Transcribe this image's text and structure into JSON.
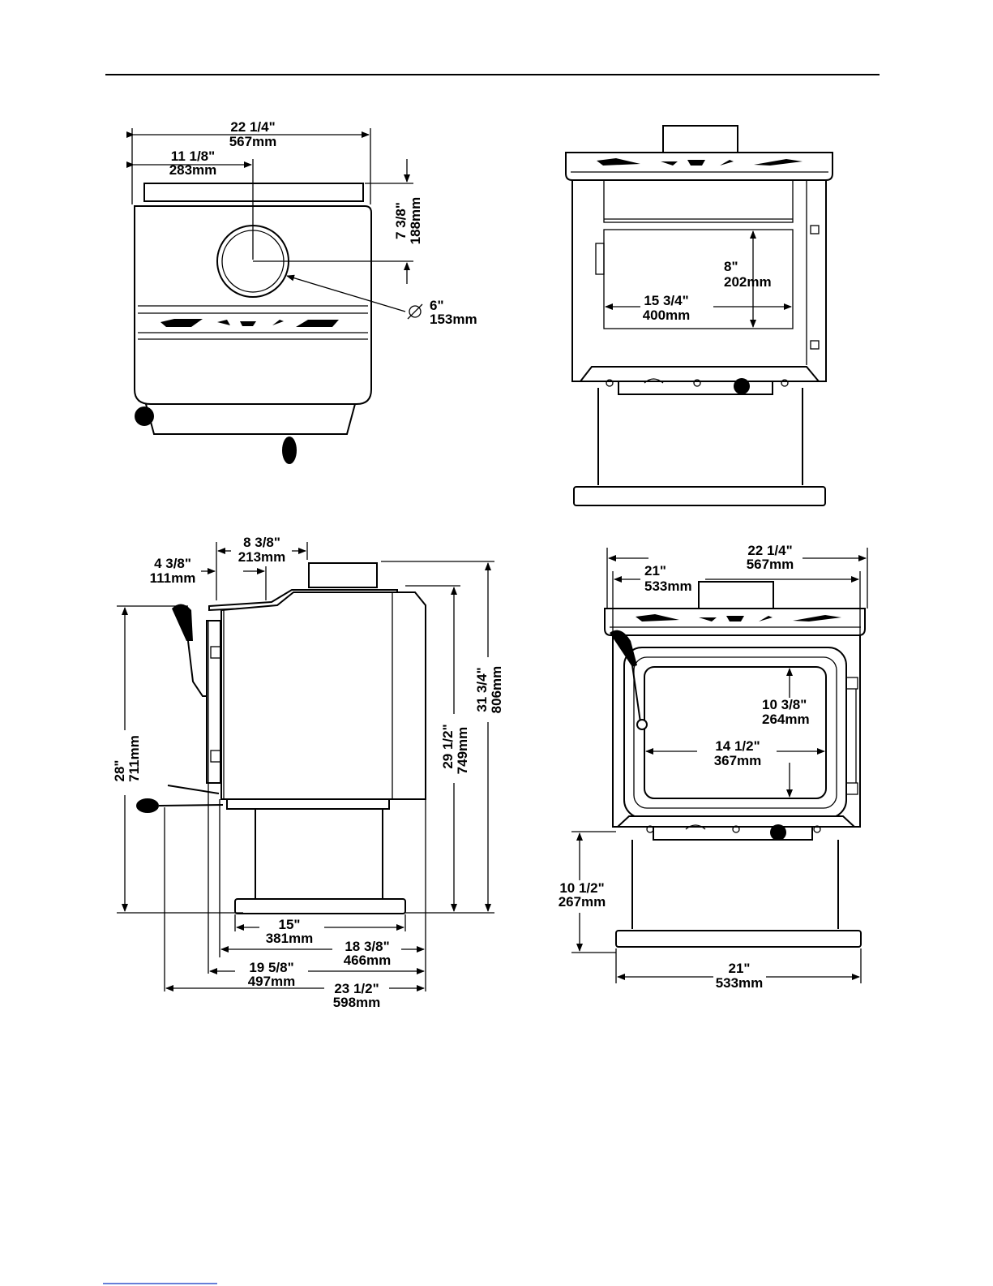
{
  "dimensions": {
    "top_view": {
      "overall_width": {
        "in": "22  1/4\"",
        "mm": "567mm"
      },
      "flue_center": {
        "in": "11  1/8\"",
        "mm": "283mm"
      },
      "flue_depth": {
        "in": "7  3/8\"",
        "mm": "188mm"
      },
      "flue_diameter": {
        "in": "6\"",
        "mm": "153mm"
      }
    },
    "front_open_view": {
      "firebox_height": {
        "in": "8\"",
        "mm": "202mm"
      },
      "firebox_width": {
        "in": "15  3/4\"",
        "mm": "400mm"
      }
    },
    "side_view": {
      "top_a": {
        "in": "8  3/8\"",
        "mm": "213mm"
      },
      "top_b": {
        "in": "4  3/8\"",
        "mm": "111mm"
      },
      "left_height": {
        "in": "28\"",
        "mm": "711mm"
      },
      "mid_height": {
        "in": "29  1/2\"",
        "mm": "749mm"
      },
      "overall_height": {
        "in": "31  3/4\"",
        "mm": "806mm"
      },
      "base_depth": {
        "in": "15\"",
        "mm": "381mm"
      },
      "body_depth": {
        "in": "18  3/8\"",
        "mm": "466mm"
      },
      "depth_c": {
        "in": "19  5/8\"",
        "mm": "497mm"
      },
      "overall_depth": {
        "in": "23  1/2\"",
        "mm": "598mm"
      }
    },
    "front_view": {
      "overall_width": {
        "in": "22  1/4\"",
        "mm": "567mm"
      },
      "body_width": {
        "in": "21\"",
        "mm": "533mm"
      },
      "glass_height": {
        "in": "10  3/8\"",
        "mm": "264mm"
      },
      "glass_width": {
        "in": "14  1/2\"",
        "mm": "367mm"
      },
      "pedestal_height": {
        "in": "10  1/2\"",
        "mm": "267mm"
      },
      "base_width": {
        "in": "21\"",
        "mm": "533mm"
      }
    }
  }
}
